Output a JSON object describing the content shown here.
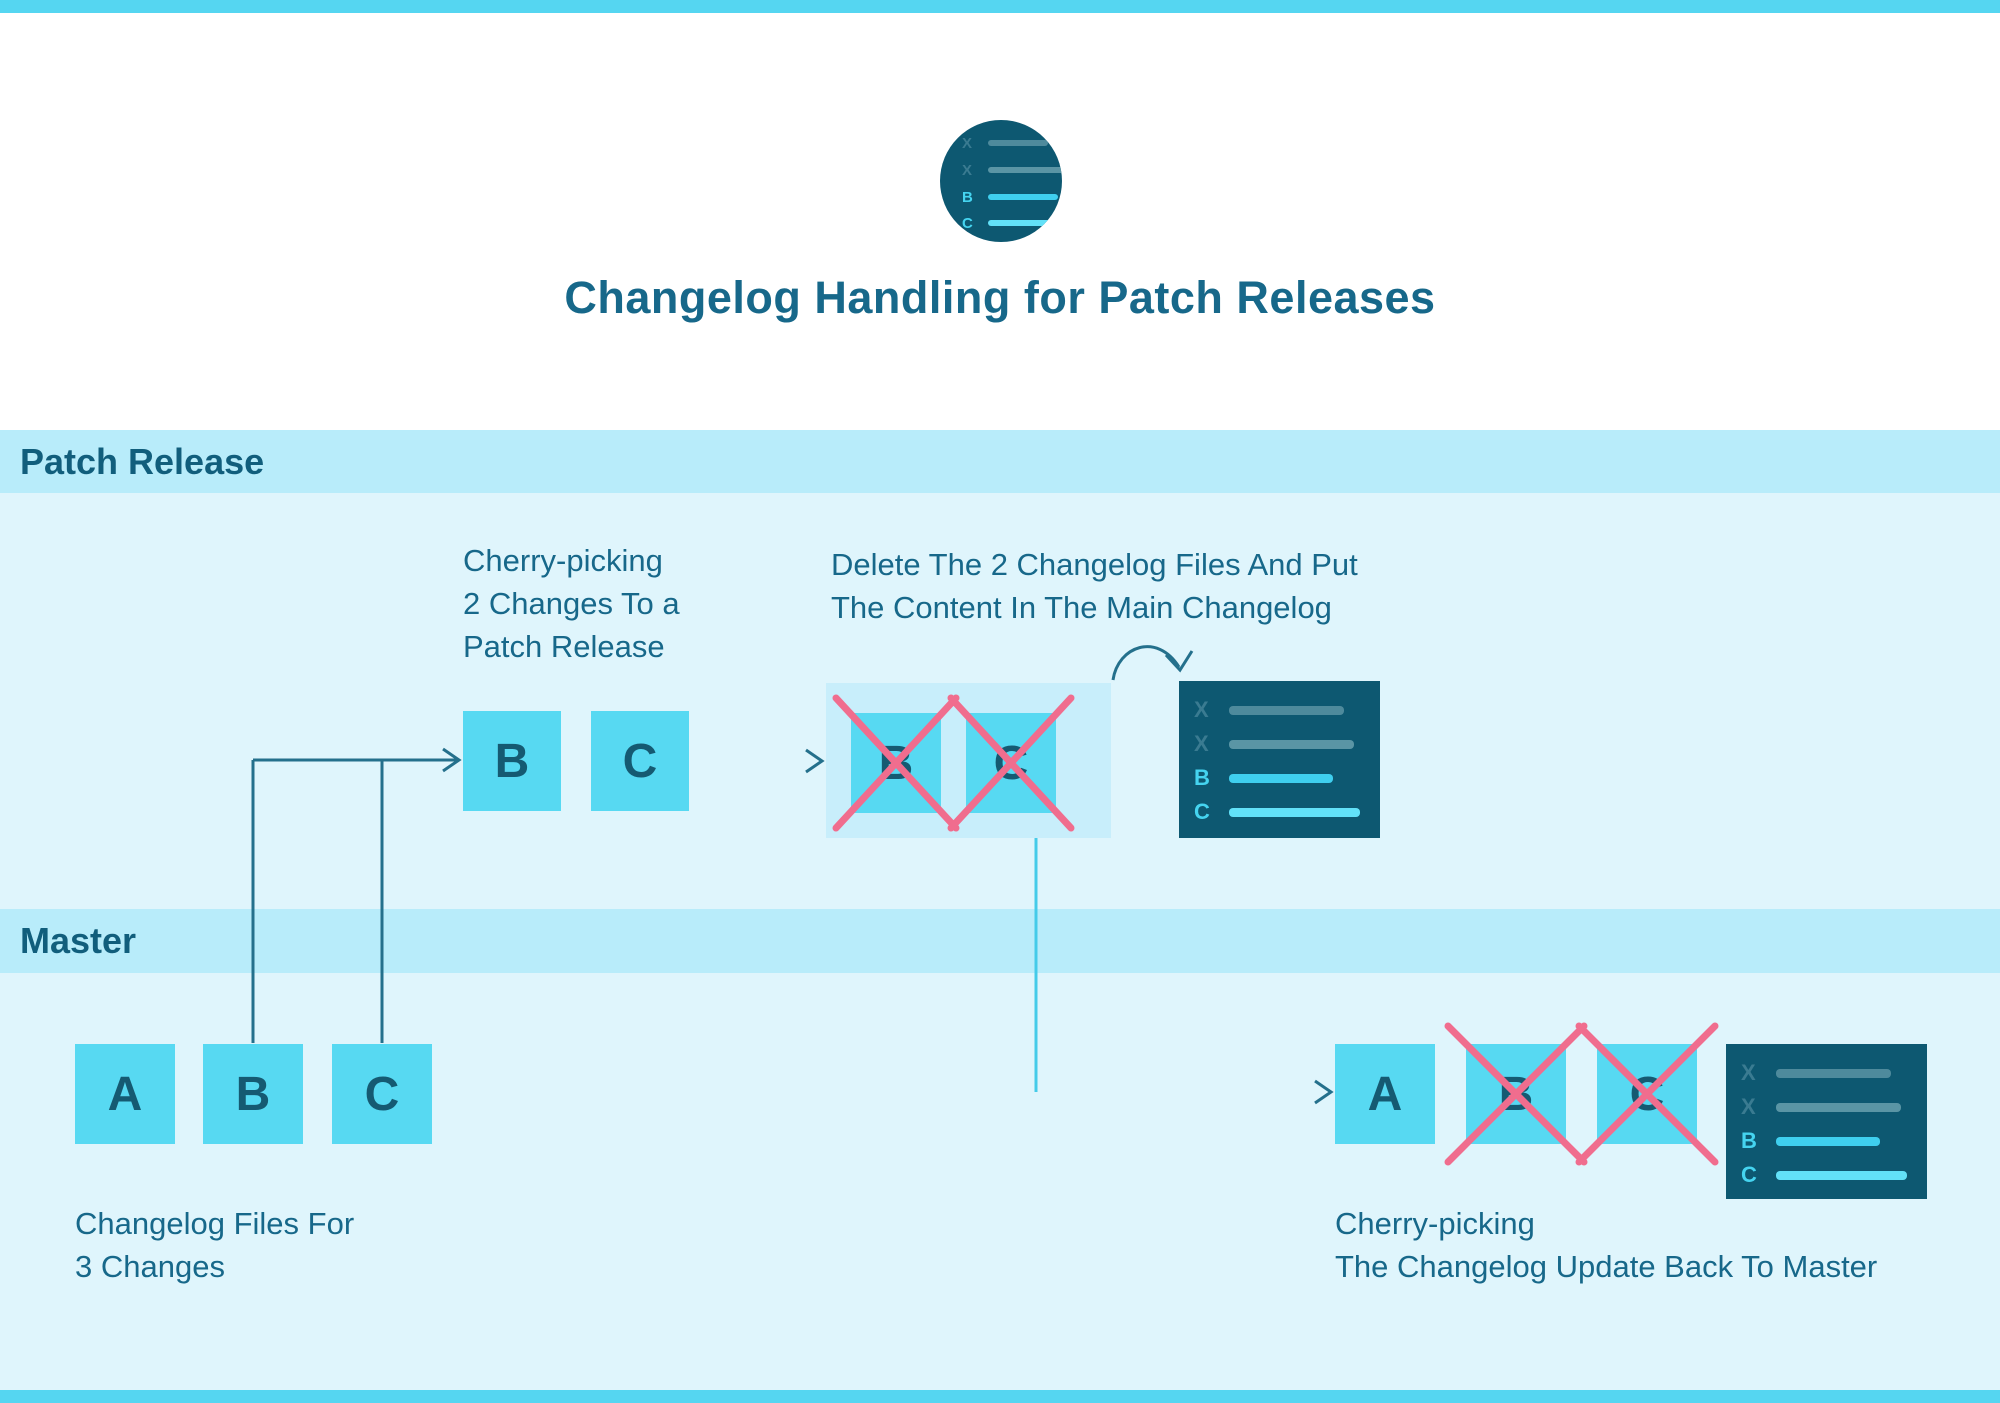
{
  "title": "Changelog Handling for Patch Releases",
  "colors": {
    "accent": "#55d6f1",
    "band": "#b8ecfa",
    "section": "#dff5fc",
    "container": "#c8eefb",
    "box": "#57d9f2",
    "dark": "#0d5871",
    "ink": "#17688a",
    "lane_ink": "#115e7c",
    "letter": "#155a72",
    "pink": "#f06d8e",
    "connector": "#24708c",
    "connector_light": "#44cbe9",
    "line_gray_1": "#4e8a9c",
    "line_gray_2": "#5a95a5",
    "line_cyan_b": "#3fcfef",
    "line_cyan_c": "#62e1f8",
    "label_muted": "#3a7b91",
    "label_cyan": "#45d4f0"
  },
  "logo": {
    "rows": [
      {
        "label": "X"
      },
      {
        "label": "X"
      },
      {
        "label": "B"
      },
      {
        "label": "C"
      }
    ]
  },
  "lanes": {
    "patch": {
      "label": "Patch Release"
    },
    "master": {
      "label": "Master"
    }
  },
  "annotations": {
    "cherry_pick_patch": {
      "lines": [
        "Cherry-picking",
        "2 Changes To a",
        "Patch Release"
      ]
    },
    "delete_files": {
      "lines": [
        "Delete The 2 Changelog Files And Put",
        "The Content In The Main Changelog"
      ]
    },
    "changelog_files": {
      "lines": [
        "Changelog Files For",
        "3 Changes"
      ]
    },
    "cherry_pick_master": {
      "lines": [
        "Cherry-picking",
        "The Changelog Update Back To Master"
      ]
    }
  },
  "patch": {
    "boxes": [
      {
        "label": "B"
      },
      {
        "label": "C"
      }
    ],
    "deleted_boxes": [
      {
        "label": "B",
        "crossed": true
      },
      {
        "label": "C",
        "crossed": true
      }
    ]
  },
  "master": {
    "boxes": [
      {
        "label": "A"
      },
      {
        "label": "B"
      },
      {
        "label": "C"
      }
    ],
    "result_boxes": [
      {
        "label": "A",
        "crossed": false
      },
      {
        "label": "B",
        "crossed": true
      },
      {
        "label": "C",
        "crossed": true
      }
    ]
  },
  "changelog_card": {
    "rows": [
      {
        "label": "X"
      },
      {
        "label": "X"
      },
      {
        "label": "B"
      },
      {
        "label": "C"
      }
    ]
  }
}
